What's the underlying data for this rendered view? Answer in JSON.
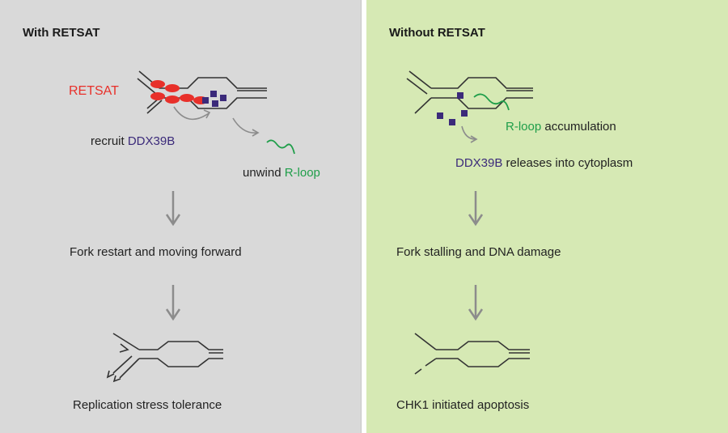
{
  "colors": {
    "left_bg": "#d9d9d9",
    "right_bg": "#d6e9b4",
    "retsat_red": "#e8302a",
    "ddx39b_purple": "#3b2a7a",
    "rloop_green": "#1f9e4a",
    "arrow_gray": "#8c8c8c"
  },
  "left": {
    "title": "With RETSAT",
    "retsat_label": "RETSAT",
    "recruit_prefix": "recruit ",
    "recruit_ddx": "DDX39B",
    "unwind_prefix": "unwind ",
    "unwind_rloop": "R-loop",
    "step1": "Fork restart and moving forward",
    "outcome": "Replication stress tolerance"
  },
  "right": {
    "title": "Without RETSAT",
    "rloop": "R-loop",
    "rloop_suffix": " accumulation",
    "ddx": "DDX39B",
    "ddx_suffix": " releases into cytoplasm",
    "step1": "Fork stalling and DNA damage",
    "outcome": "CHK1 initiated apoptosis"
  }
}
